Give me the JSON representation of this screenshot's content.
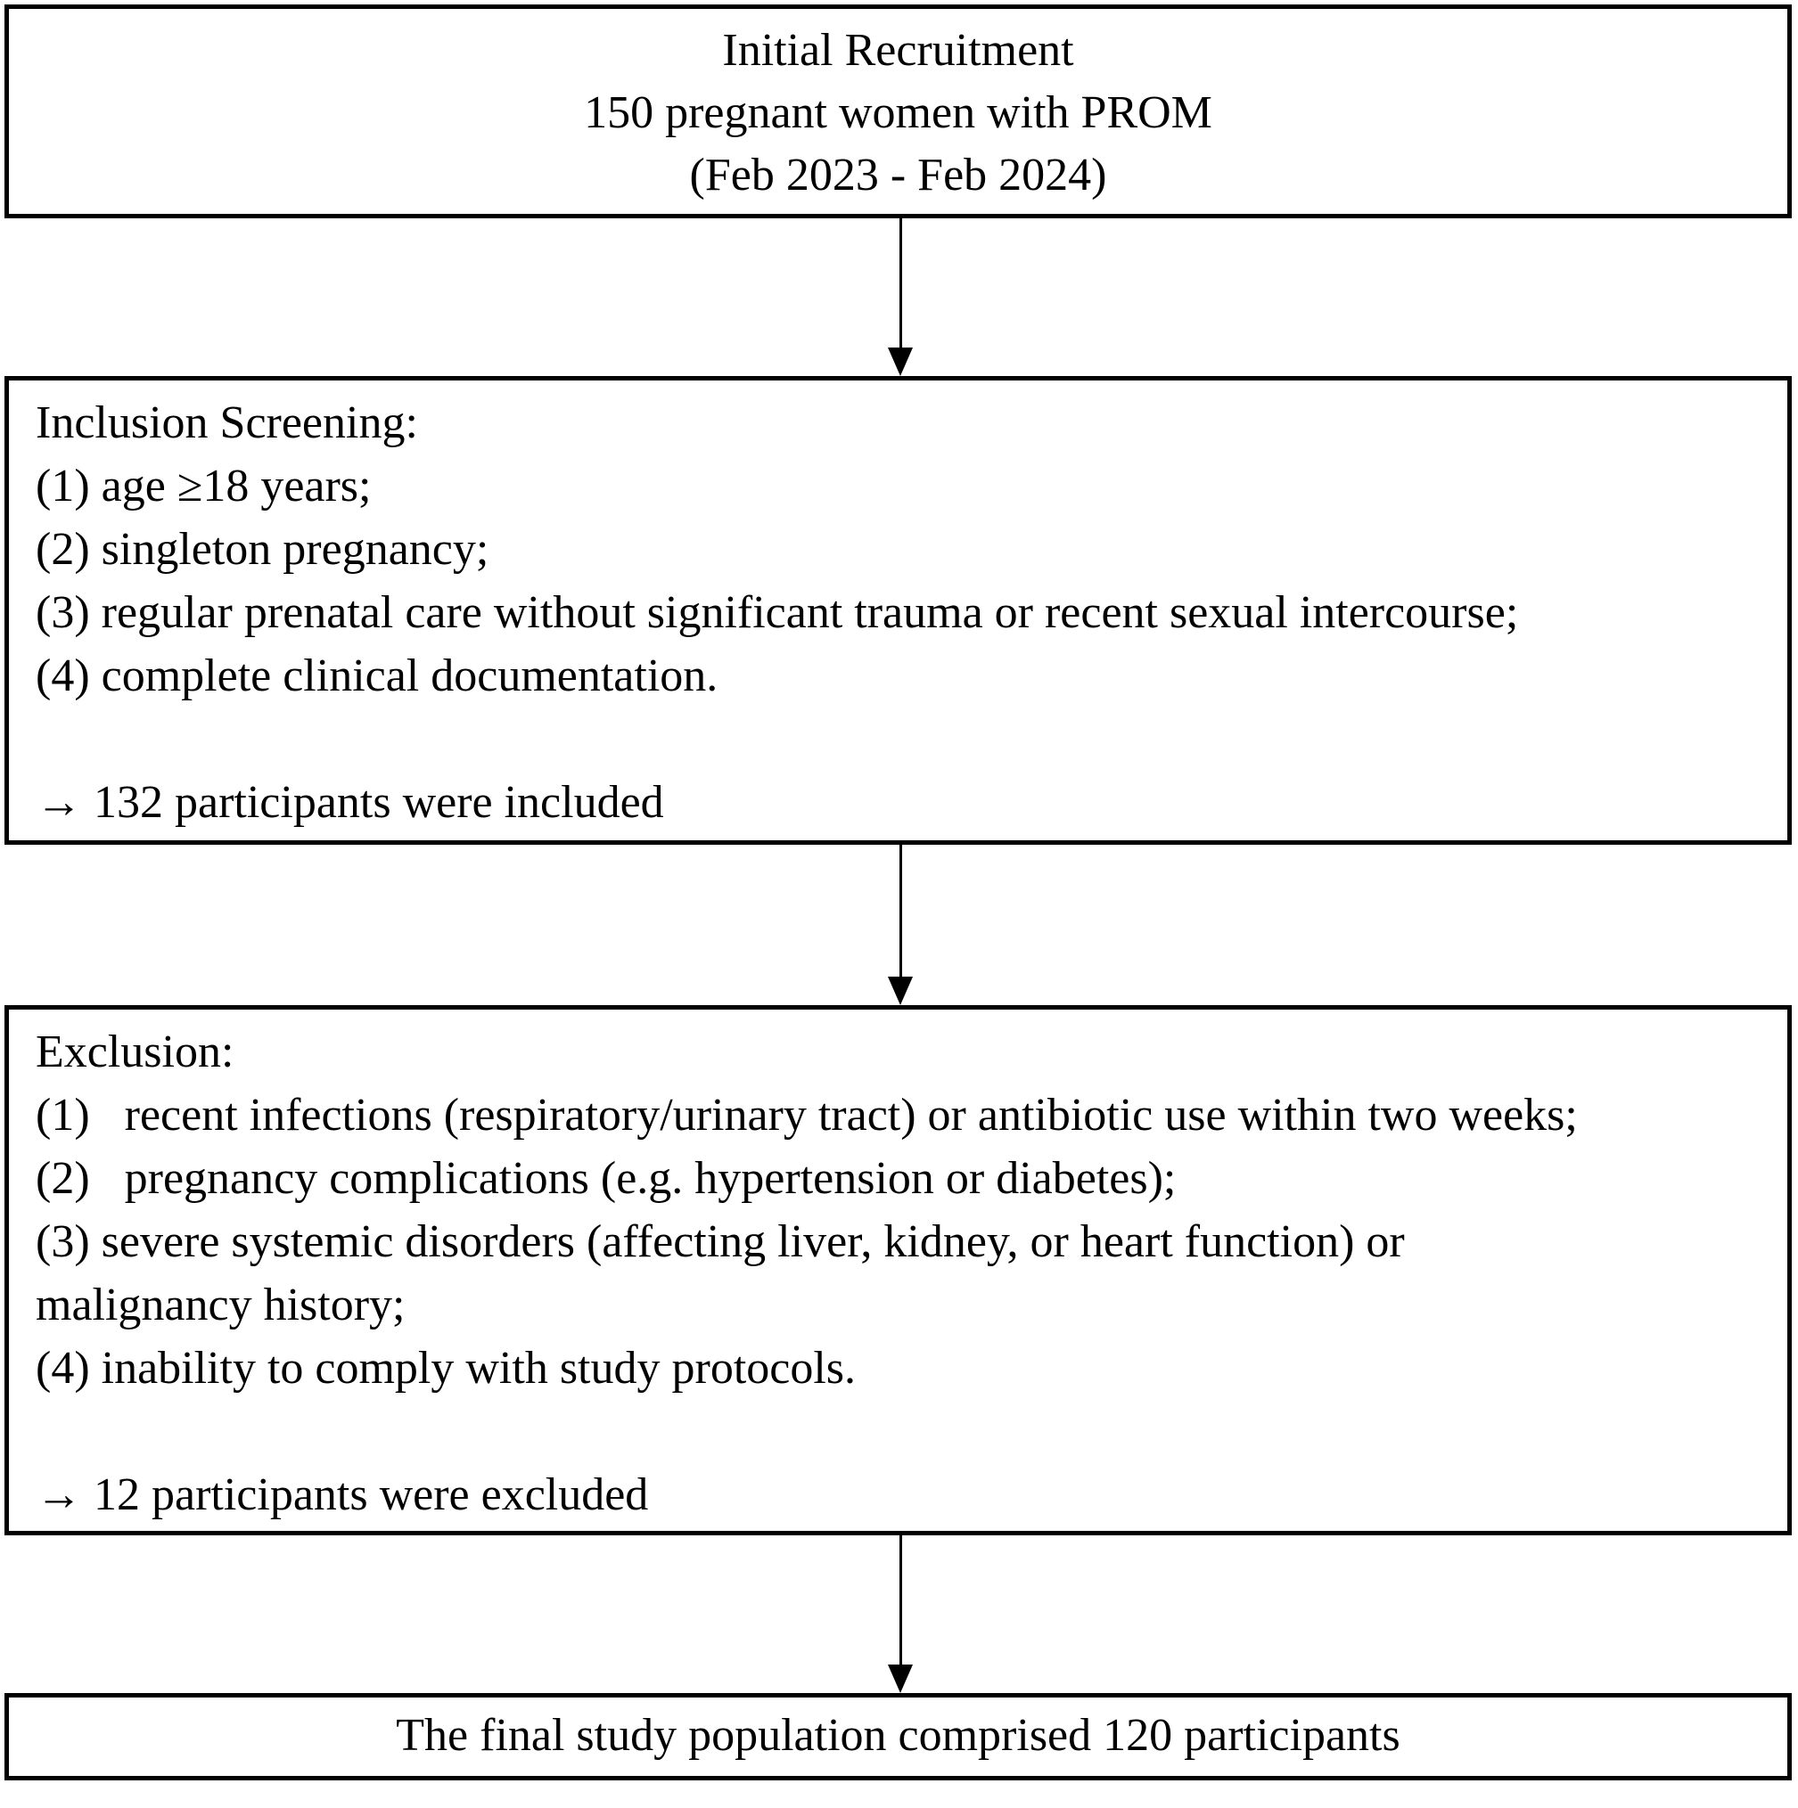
{
  "figure": {
    "type": "study-flowchart",
    "background_color": "#ffffff",
    "box_border_color": "#000000",
    "text_color": "#000000",
    "arrow_color": "#000000",
    "arrow_glyph": "→",
    "gte_glyph": "≥"
  },
  "nodes": {
    "recruitment": {
      "role": "initial-recruitment",
      "align": "center",
      "lines": [
        "Initial Recruitment",
        "150 pregnant women with PROM",
        "(Feb 2023 - Feb 2024)"
      ],
      "count_shown": 150
    },
    "inclusion": {
      "role": "inclusion-screening",
      "align": "left",
      "lines": [
        "Inclusion Screening:",
        "(1) age ≥18 years;",
        "(2) singleton pregnancy;",
        "(3) regular prenatal care without significant trauma or recent sexual intercourse;",
        "(4) complete clinical documentation.",
        "",
        "→ 132 participants were included"
      ],
      "count_shown": 132
    },
    "exclusion": {
      "role": "exclusion-criteria",
      "align": "left",
      "lines": [
        "Exclusion:",
        "(1)   recent infections (respiratory/urinary tract) or antibiotic use within two weeks;",
        "(2)   pregnancy complications (e.g. hypertension or diabetes);",
        "(3) severe systemic disorders (affecting liver, kidney, or heart function) or",
        "malignancy history;",
        "(4) inability to comply with study protocols.",
        "",
        "→ 12 participants were excluded"
      ],
      "count_shown": 12
    },
    "final": {
      "role": "final-population",
      "align": "center",
      "lines": [
        "The final study population comprised 120 participants"
      ],
      "count_shown": 120
    }
  }
}
